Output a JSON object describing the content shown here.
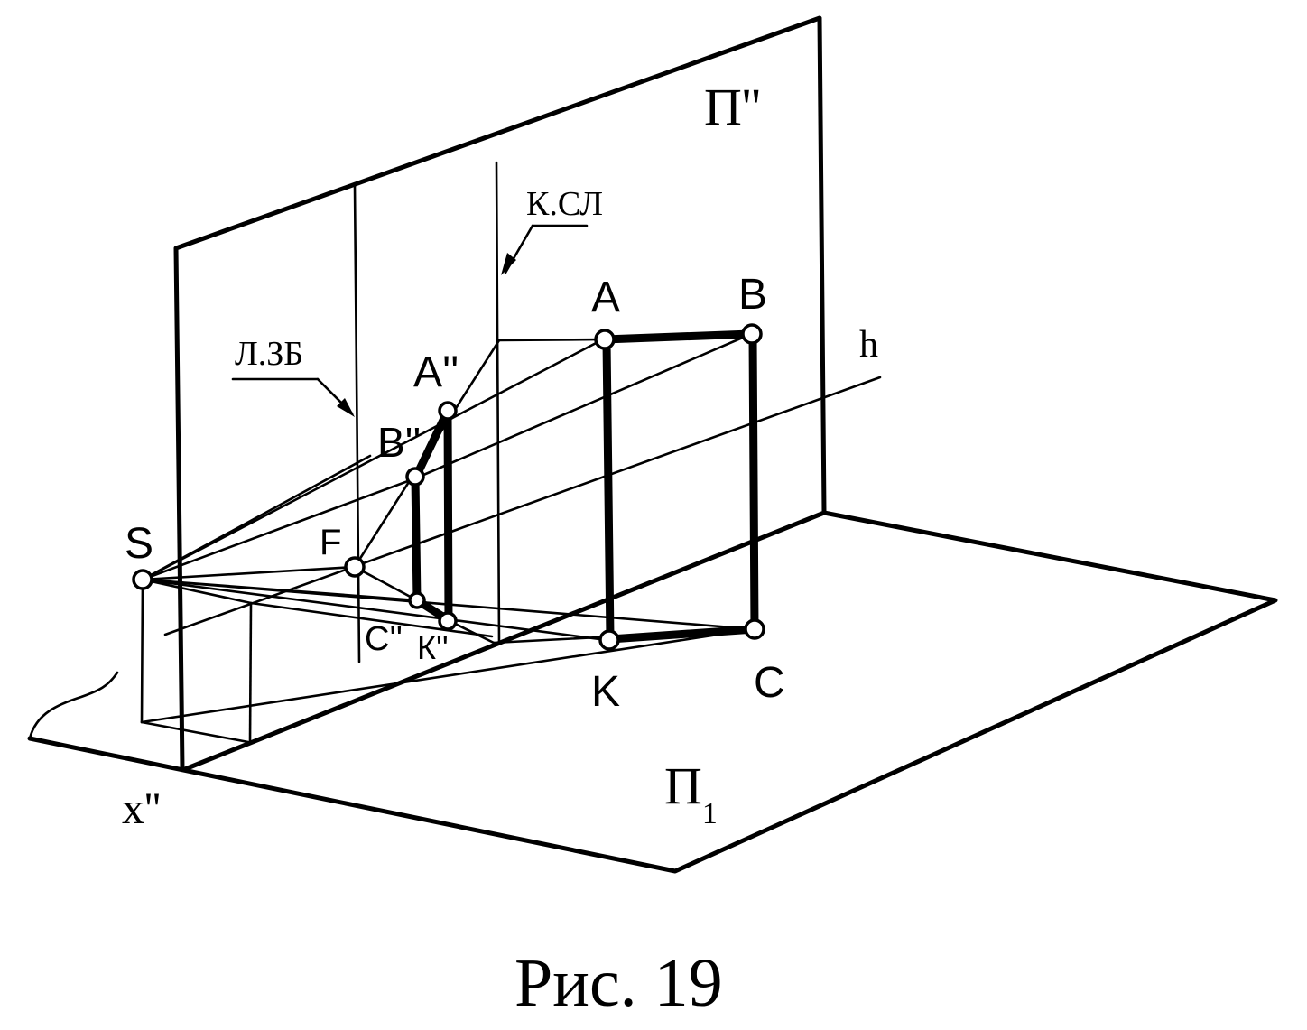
{
  "figure": {
    "caption": "Рис. 19",
    "plane_frontal": "П''",
    "plane_horizontal": "П",
    "plane_horizontal_sub": "1",
    "axis": "x''",
    "horizon": "h",
    "leader_kcl": "К.СЛ",
    "leader_lzb": "Л.ЗБ"
  },
  "points": {
    "S": "S",
    "F": "F",
    "A": "A",
    "B": "B",
    "C": "C",
    "K": "K",
    "A2": "A''",
    "B2": "B''",
    "C2": "C''",
    "K2": "К''"
  }
}
